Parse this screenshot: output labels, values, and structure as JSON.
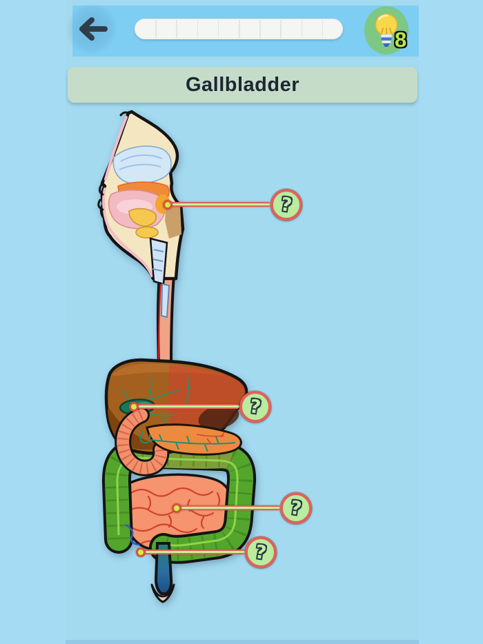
{
  "header": {
    "back_icon": "arrow-left-icon",
    "progress_value": 0,
    "progress_segments": 10,
    "hint_icon": "lightbulb-icon",
    "hint_count": "8"
  },
  "prompt": {
    "title": "Gallbladder"
  },
  "markers": [
    {
      "label": "?"
    },
    {
      "label": "?"
    },
    {
      "label": "?"
    },
    {
      "label": "?"
    }
  ],
  "colors": {
    "page_bg": "#a6dcf3",
    "content_bg": "#a3daf0",
    "topbar": "#7ecdf3",
    "title_bg": "#c5dcc9",
    "hint_bg": "#7cc884",
    "hint_count_color": "#b8e84e",
    "marker_fill": "#b9ec9e",
    "marker_ring": "#e0615a"
  }
}
